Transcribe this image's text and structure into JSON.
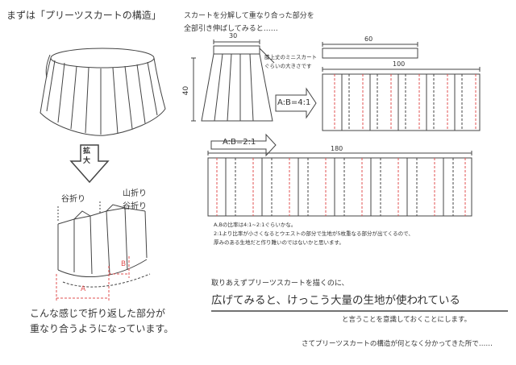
{
  "texts": {
    "title": "まずは「プリーツスカートの構造」",
    "intro1": "スカートを分解して重なり合った部分を",
    "intro2": "全部引き伸ばしてみると……",
    "dim30": "30",
    "dim40": "40",
    "dim60": "60",
    "dim100": "100",
    "dim180": "180",
    "mini1": "膝上丈のミニスカート",
    "mini2": "ぐらいの大きさです",
    "ratio41": "A:B=4:1",
    "ratio21": "A:B=2:1",
    "enlarge1": "拡",
    "enlarge2": "大",
    "valley": "谷折り",
    "mountain": "山折り",
    "valley2": "谷折り",
    "labelA": "A",
    "labelB": "B",
    "note1": "A,Bの比率は4:1~2:1ぐらいかな。",
    "note2": "2:1より比率が小さくなるとウエストの部分で生地が5枚重なる部分が出てくるので、",
    "note3": "厚みのある生地だと作り難いのではないかと思います。",
    "caption1": "こんな感じで折り返した部分が",
    "caption2": "重なり合うようになっています。",
    "lead": "取りあえずプリーツスカートを描くのに、",
    "headline": "広げてみると、けっこう大量の生地が使われている",
    "follow": "と言うことを意識しておくことにします。",
    "closing": "さてプリーツスカートの構造が何となく分かってきた所で……"
  }
}
